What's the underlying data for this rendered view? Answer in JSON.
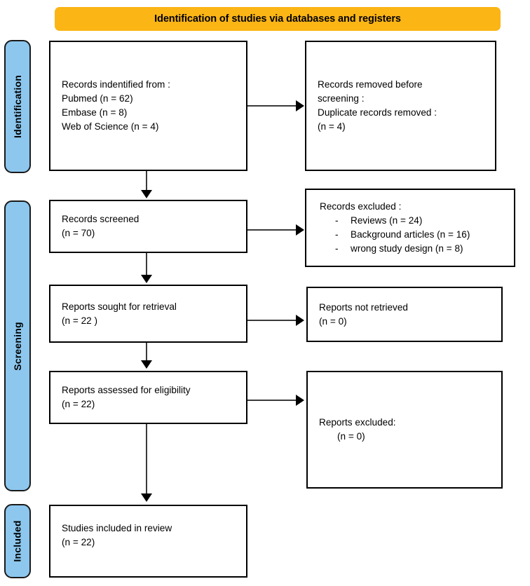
{
  "banner": {
    "title": "Identification of studies via databases and registers",
    "background_color": "#FBB515"
  },
  "stages": [
    {
      "id": "identification",
      "label": "Identification"
    },
    {
      "id": "screening",
      "label": "Screening"
    },
    {
      "id": "included",
      "label": "Included"
    }
  ],
  "stage_tab_color": "#8DC7EE",
  "boxes": {
    "records_identified": {
      "line1": "Records indentified from :",
      "line2": "Pubmed (n = 62)",
      "line3": "Embase (n = 8)",
      "line4": "Web of Science (n = 4)"
    },
    "records_removed": {
      "line1": "Records removed before",
      "line2": "screening :",
      "line3": "Duplicate records removed :",
      "line4": "(n = 4)"
    },
    "records_screened": {
      "line1": "Records screened",
      "line2": "(n = 70)"
    },
    "records_excluded": {
      "heading": "Records excluded :",
      "dash": "-",
      "items": [
        "Reviews (n = 24)",
        "Background articles (n = 16)",
        "wrong study design (n = 8)"
      ]
    },
    "reports_sought": {
      "line1": "Reports sought for retrieval",
      "line2": "(n = 22 )"
    },
    "reports_not_retrieved": {
      "line1": "Reports not retrieved",
      "line2": "(n = 0)"
    },
    "reports_assessed": {
      "line1": "Reports assessed for eligibility",
      "line2": "(n = 22)"
    },
    "reports_excluded": {
      "line1": "Reports excluded:",
      "line2": "(n = 0)"
    },
    "studies_included": {
      "line1": "Studies included in review",
      "line2": "(n = 22)"
    }
  }
}
